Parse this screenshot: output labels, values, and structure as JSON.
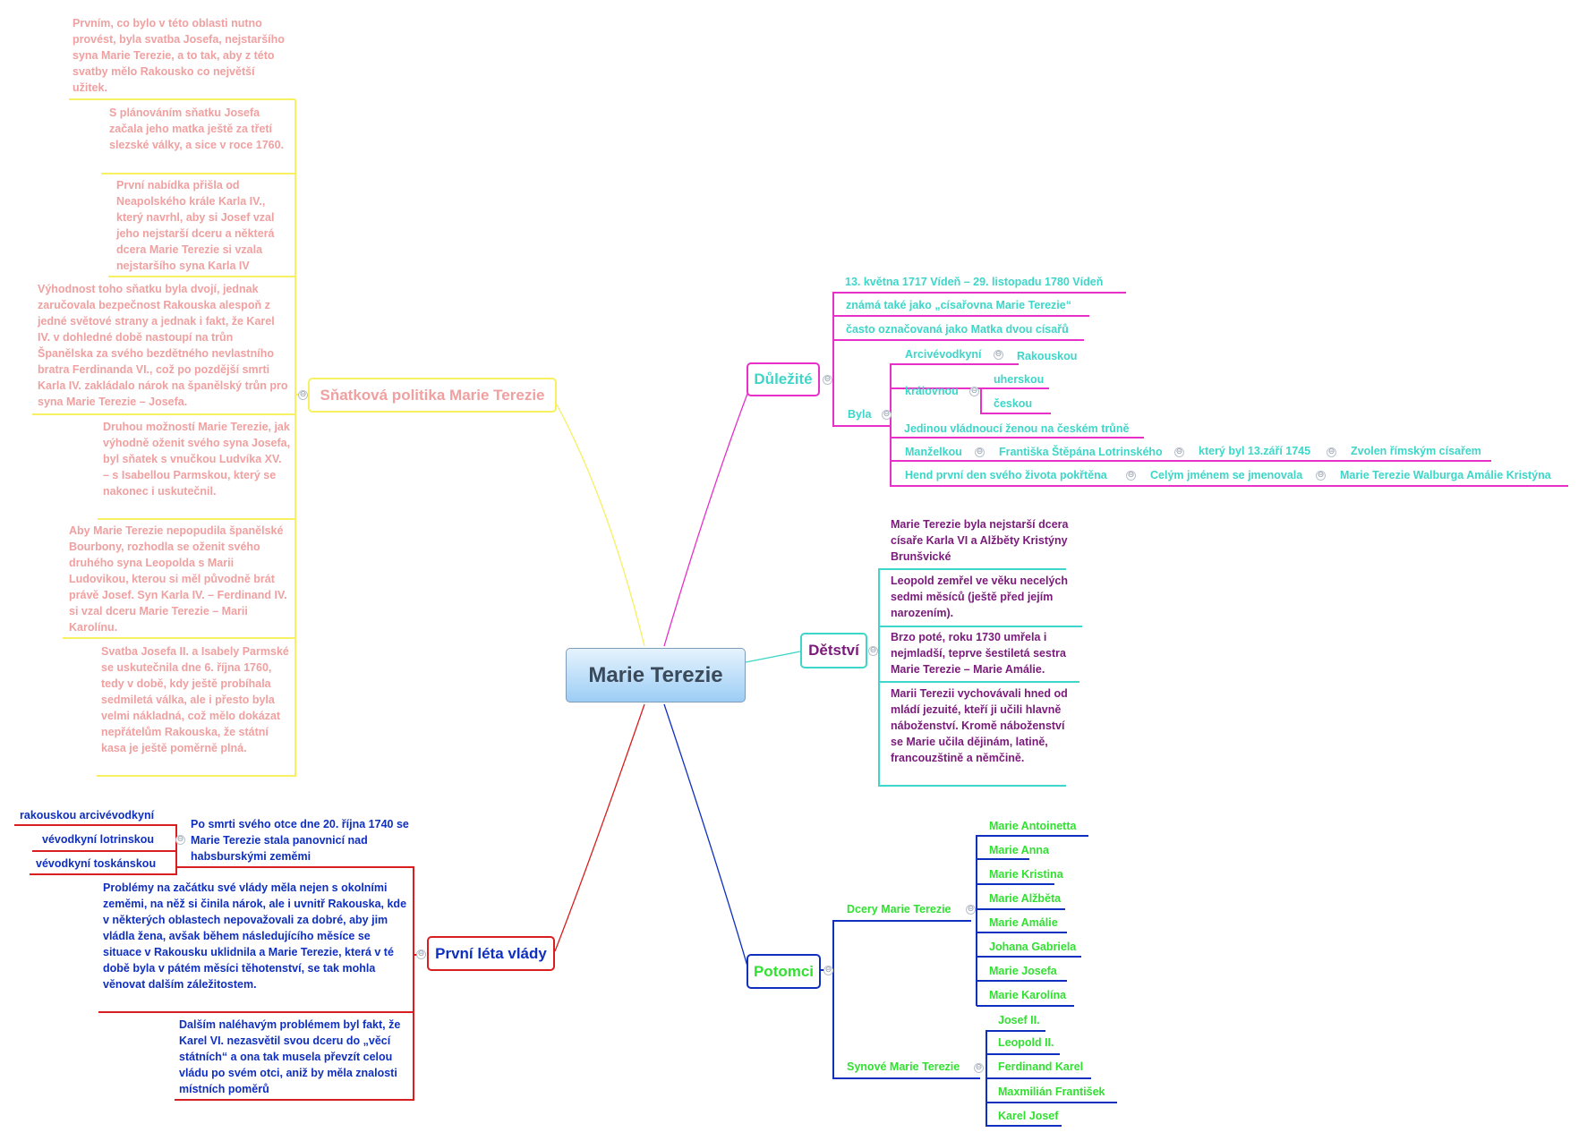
{
  "center": "Marie Terezie",
  "colors": {
    "pink": "#f0a0a0",
    "yellow": "#f6f062",
    "cyan": "#3dd6c8",
    "magenta": "#e630c8",
    "purple": "#7a1a7a",
    "blue": "#0f2fbf",
    "red": "#d81e1e",
    "green": "#32e032"
  },
  "snatkova": {
    "title": "Sňatková politika Marie Terezie",
    "items": [
      "Prvním, co bylo v této oblasti nutno provést, byla svatba Josefa, nejstaršího syna Marie Terezie, a to tak, aby z této svatby mělo Rakousko co největší užitek.",
      "S plánováním sňatku Josefa začala jeho matka ještě za třetí slezské války, a sice v roce 1760.",
      "První nabídka přišla od Neapolského krále Karla IV., který navrhl, aby si Josef vzal jeho nejstarší dceru a některá dcera Marie Terezie si vzala nejstaršího syna Karla IV",
      "Výhodnost toho sňatku byla dvojí, jednak zaručovala bezpečnost Rakouska alespoň z jedné světové strany a jednak i fakt, že Karel IV. v dohledné době nastoupí na trůn Španělska za svého bezdětného nevlastního bratra Ferdinanda VI., což po pozdější smrti Karla IV. zakládalo nárok na španělský trůn pro syna Marie Terezie – Josefa.",
      "Druhou možností Marie Terezie, jak výhodně oženit svého syna Josefa, byl sňatek s vnučkou Ludvíka XV. – s Isabellou Parmskou, který se nakonec i uskutečnil.",
      "Aby Marie Terezie nepopudila španělské Bourbony, rozhodla se oženit svého druhého syna Leopolda s Marii Ludovikou, kterou si měl původně brát právě Josef. Syn Karla IV. – Ferdinand IV. si vzal dceru Marie Terezie – Marii Karolínu.",
      "Svatba Josefa II. a Isabely Parmské se uskutečnila dne 6. října 1760, tedy v době, kdy ještě probíhala sedmiletá válka, ale i přesto byla velmi nákladná, což mělo dokázat nepřátelům Rakouska, že státní kasa je ještě poměrně plná."
    ]
  },
  "dulezite": {
    "title": "Důležité",
    "dates": "13. května 1717 Vídeň – 29. listopadu 1780 Vídeň",
    "known": "známá také jako „císařovna Marie Terezie“",
    "mother": "často označovaná jako Matka dvou císařů",
    "byla": "Byla",
    "arci": "Arcivévodkyní",
    "rakouskou": "Rakouskou",
    "kralovnou": "královnou",
    "uherskou": "uherskou",
    "ceskou": "českou",
    "jedina": "Jedinou vládnoucí ženou na českém trůně",
    "manzelkou": "Manželkou",
    "frantiska": "Františka Štěpána Lotrinského",
    "ktery": "který byl 13.září 1745",
    "zvolen": "Zvolen římským císařem",
    "hned": "Hend první den svého života pokřtěna",
    "celym": "Celým jménem se jmenovala",
    "fullname": "Marie Terezie Walburga Amálie Kristýna"
  },
  "detstvi": {
    "title": "Dětství",
    "items": [
      "Marie Terezie byla nejstarší dcera císaře Karla VI a Alžběty Kristýny Brunšvické",
      "Leopold zemřel ve věku necelých sedmi měsíců (ještě před jejím narozením).",
      "Brzo poté, roku 1730 umřela i nejmladší, teprve šestiletá sestra Marie Terezie – Marie Amálie.",
      "Marii Terezii vychovávali hned od mládí jezuité, kteří ji učili hlavně náboženství. Kromě náboženství se Marie učila dějinám, latině, francouzštině a němčině."
    ]
  },
  "prvni": {
    "title": "První léta vlády",
    "po_smrti": "Po smrti svého otce dne 20. října 1740 se Marie Terezie stala panovnicí nad habsburskými zeměmi",
    "subs": [
      "rakouskou arcivévodkyní",
      "vévodkyní lotrinskou",
      "vévodkyní toskánskou"
    ],
    "problemy": "Problémy na začátku své vlády měla nejen s okolními zeměmi, na něž si činila nárok, ale i uvnitř Rakouska, kde v některých oblastech nepovažovali za dobré, aby jim vládla žena, avšak během následujícího měsíce se situace v Rakousku uklidnila a Marie Terezie, která v té době byla v pátém měsíci těhotenství, se tak mohla věnovat dalším záležitostem.",
    "dalsim": "Dalším naléhavým problémem byl fakt, že Karel VI. nezasvětil svou dceru do „věcí státních“ a ona tak musela převzít celou vládu po svém otci, aniž by měla znalosti místních poměrů"
  },
  "potomci": {
    "title": "Potomci",
    "dcery_label": "Dcery Marie Terezie",
    "dcery": [
      "Marie Antoinetta",
      "Marie Anna",
      "Marie Kristina",
      "Marie Alžběta",
      "Marie Amálie",
      "Johana Gabriela",
      "Marie Josefa",
      "Marie Karolína"
    ],
    "synove_label": "Synové Marie Terezie",
    "synove": [
      "Josef II.",
      "Leopold II.",
      "Ferdinand Karel",
      "Maxmilián František",
      "Karel Josef"
    ]
  },
  "toggle_glyph": "⊖"
}
